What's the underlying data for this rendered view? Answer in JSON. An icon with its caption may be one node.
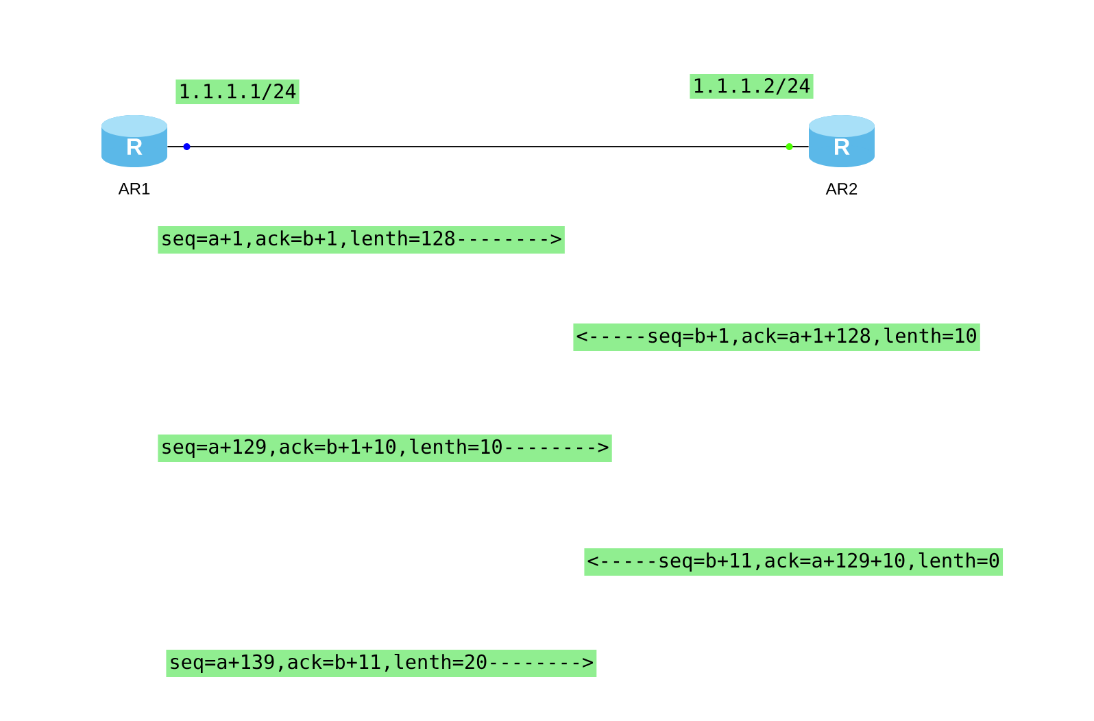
{
  "diagram": {
    "nodes": [
      {
        "text": [
          "R"
        ],
        "beside": [
          "AR1"
        ]
      },
      {
        "text": [
          "R"
        ],
        "beside": [
          "AR2"
        ]
      }
    ],
    "edges": [
      {
        "from": 0,
        "to": 1,
        "arrow": "none"
      }
    ],
    "labels": [
      "1.1.1.1/24",
      "1.1.1.2/24",
      "seq=a+1,ack=b+1,lenth=128-------->",
      "<-----seq=b+1,ack=a+1+128,lenth=10",
      "seq=a+129,ack=b+1+10,lenth=10-------->",
      "<-----seq=b+11,ack=a+129+10,lenth=0",
      "seq=a+139,ack=b+11,lenth=20-------->"
    ]
  }
}
